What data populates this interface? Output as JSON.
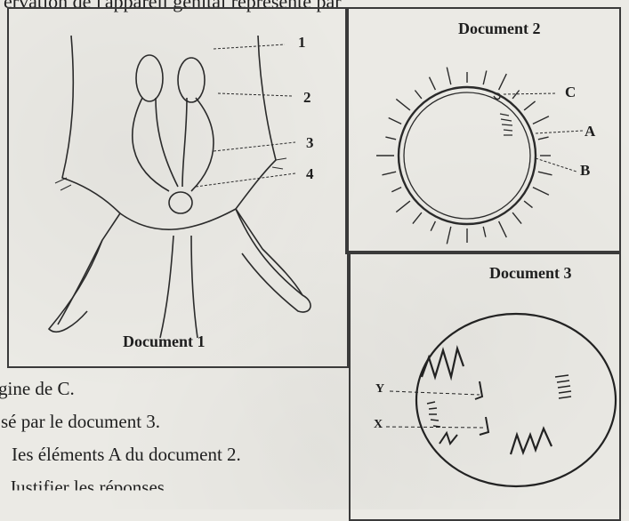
{
  "header_text": "ervation de l'appareil génital représenté par",
  "document1": {
    "title": "Document 1",
    "labels": [
      "1",
      "2",
      "3",
      "4"
    ]
  },
  "document2": {
    "title": "Document 2",
    "labels": {
      "a": "A",
      "b": "B",
      "c": "C"
    }
  },
  "document3": {
    "title": "Document 3",
    "labels": {
      "y": "Y",
      "x": "X"
    }
  },
  "questions": [
    "gine de C.",
    "sé par le document 3.",
    "Ies éléments A  du document 2.",
    "Justifier les réponses"
  ]
}
